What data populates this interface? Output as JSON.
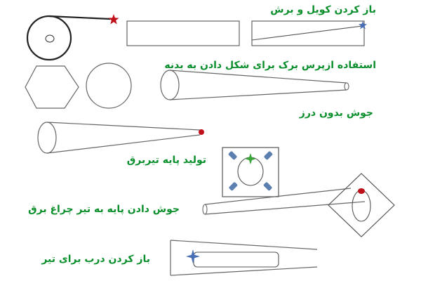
{
  "steps": [
    {
      "label": "باز کردن کویل و برش"
    },
    {
      "label": "استفاده ازپرس برک برای شکل دادن به بدنه"
    },
    {
      "label": "جوش بدون درز"
    },
    {
      "label": "تولید پایه تیربرق"
    },
    {
      "label": "جوش دادن پایه به تیر چراغ برق"
    },
    {
      "label": "باز کردن درب برای تیر"
    }
  ],
  "colors": {
    "label": "#0b8f2c",
    "outline": "#555555",
    "marker_red": "#c0101a",
    "marker_blue": "#4a6fb5",
    "bracket_fill": "#5b7fae",
    "cross_green": "#3aa63a"
  },
  "icons": {
    "coil_end": "red-star-icon",
    "cut_mark": "blue-star-icon",
    "weld_point": "red-dot-icon",
    "plate_center": "green-cross-icon",
    "door_mark": "blue-sparkle-icon"
  }
}
